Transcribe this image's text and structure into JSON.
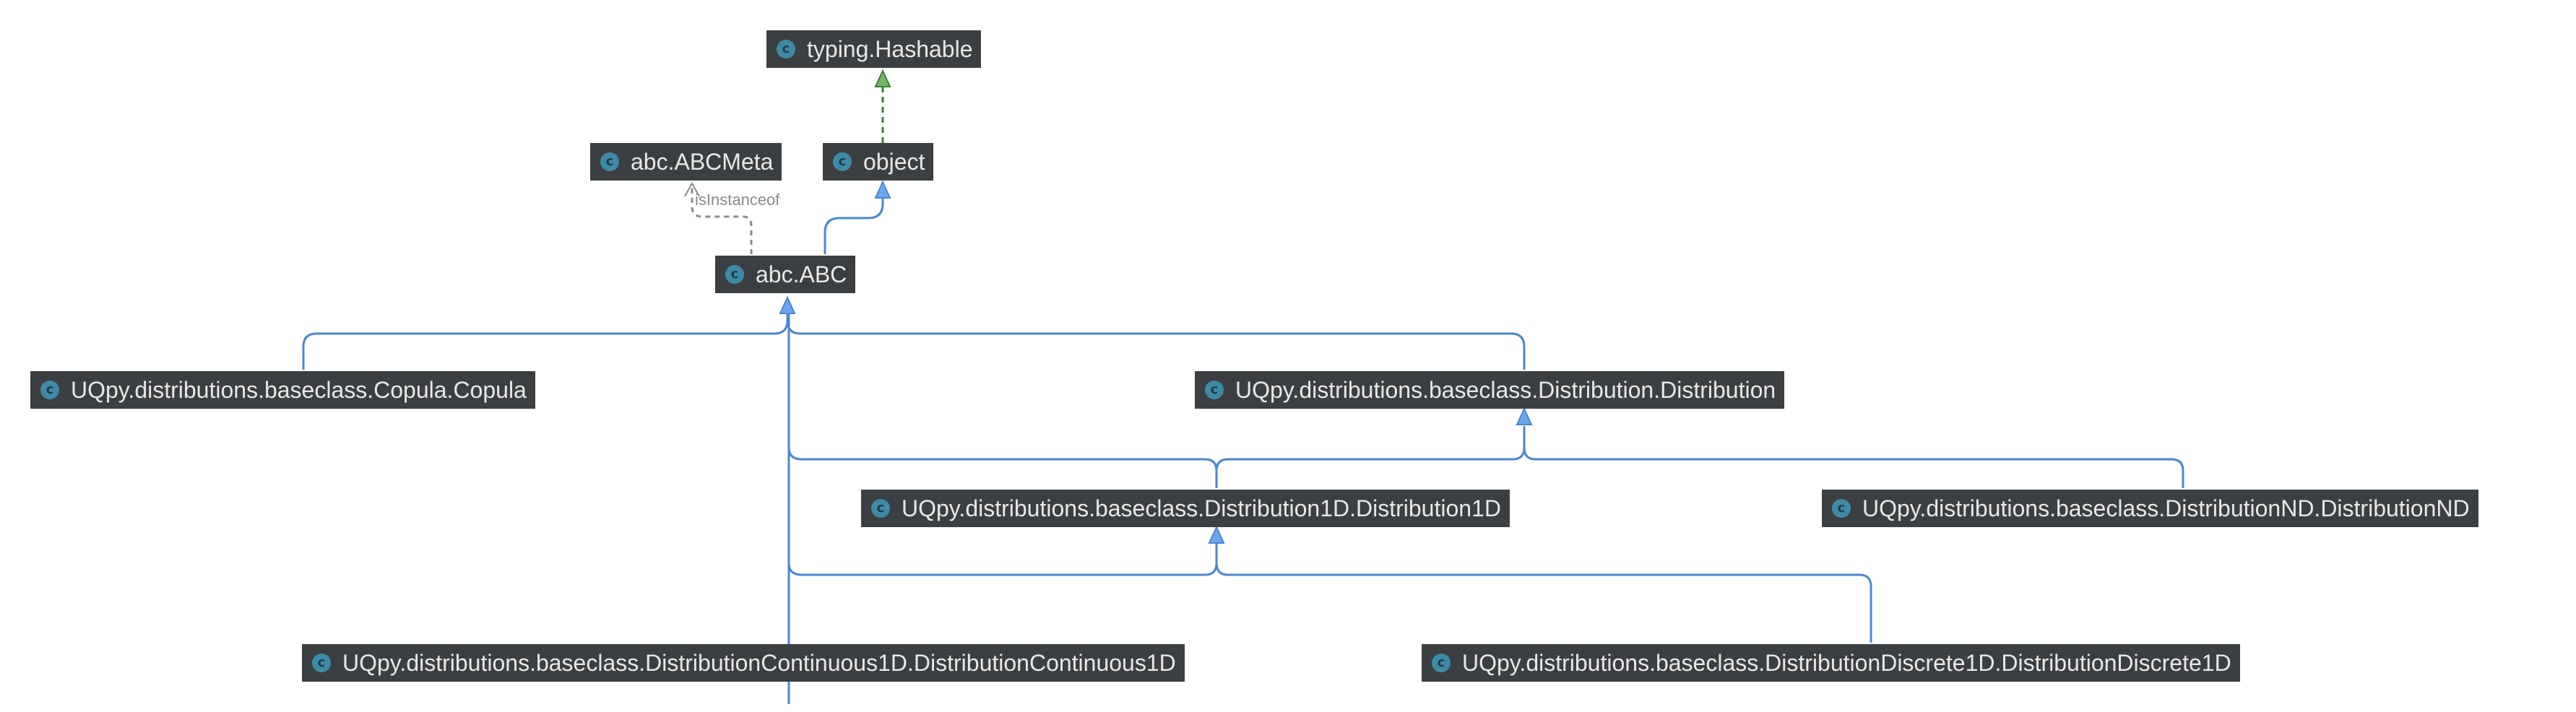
{
  "nodes": {
    "hashable": {
      "label": "typing.Hashable",
      "icon": "class-icon"
    },
    "abcmeta": {
      "label": "abc.ABCMeta",
      "icon": "class-icon"
    },
    "object": {
      "label": "object",
      "icon": "class-icon"
    },
    "abc": {
      "label": "abc.ABC",
      "icon": "class-icon"
    },
    "copula": {
      "label": "UQpy.distributions.baseclass.Copula.Copula",
      "icon": "class-icon"
    },
    "distribution": {
      "label": "UQpy.distributions.baseclass.Distribution.Distribution",
      "icon": "class-icon"
    },
    "distribution1d": {
      "label": "UQpy.distributions.baseclass.Distribution1D.Distribution1D",
      "icon": "class-icon"
    },
    "distributionnd": {
      "label": "UQpy.distributions.baseclass.DistributionND.DistributionND",
      "icon": "class-icon"
    },
    "continuous1d": {
      "label": "UQpy.distributions.baseclass.DistributionContinuous1D.DistributionContinuous1D",
      "icon": "class-icon"
    },
    "discrete1d": {
      "label": "UQpy.distributions.baseclass.DistributionDiscrete1D.DistributionDiscrete1D",
      "icon": "class-icon"
    }
  },
  "edges": {
    "isinstanceof_label": "isInstanceof"
  },
  "colors": {
    "node_bg": "#3c3f41",
    "node_text": "#e8e8e8",
    "class_icon": "#3e8aa6",
    "inheritance_line": "#4a86d4",
    "inheritance_arrow": "#6ca6ec",
    "implements_line": "#3f7a3a",
    "implements_arrow": "#74b56a",
    "dependency_line": "#8a8a8a"
  }
}
